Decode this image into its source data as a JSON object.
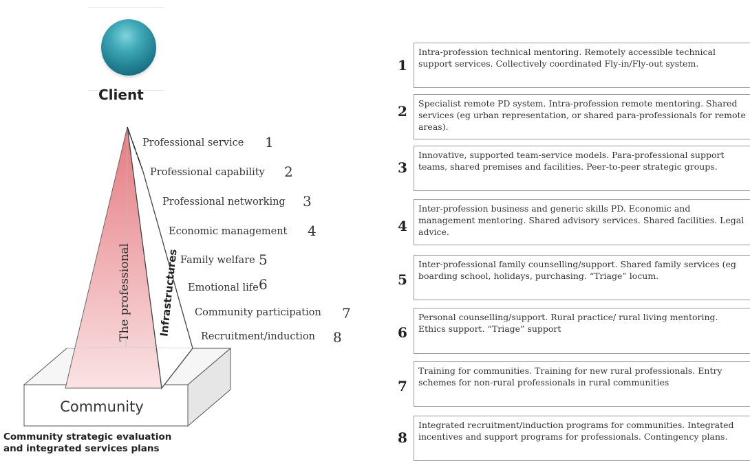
{
  "client": {
    "label": "Client"
  },
  "pyramid": {
    "vertical_label": "The professional",
    "infra_label": "Infrastructures",
    "layers": [
      {
        "num": "1",
        "label": "Professional service"
      },
      {
        "num": "2",
        "label": "Professional capability"
      },
      {
        "num": "3",
        "label": "Professional networking"
      },
      {
        "num": "4",
        "label": "Economic management"
      },
      {
        "num": "5",
        "label": "Family welfare"
      },
      {
        "num": "6",
        "label": "Emotional life"
      },
      {
        "num": "7",
        "label": "Community participation"
      },
      {
        "num": "8",
        "label": "Recruitment/induction"
      }
    ]
  },
  "community": {
    "label": "Community",
    "caption_line1": "Community strategic evaluation",
    "caption_line2": "and integrated services plans"
  },
  "services": [
    {
      "num": "1",
      "text": "Intra-profession technical mentoring. Remotely accessible technical support services. Collectively coordinated Fly-in/Fly-out system."
    },
    {
      "num": "2",
      "text": "Specialist remote PD system. Intra-profession remote mentoring. Shared services (eg urban representation, or shared para-professionals for remote areas)."
    },
    {
      "num": "3",
      "text": "Innovative, supported team-service models. Para-professional support teams, shared premises and facilities. Peer-to-peer strategic groups."
    },
    {
      "num": "4",
      "text": "Inter-profession business and generic skills PD. Economic  and management mentoring. Shared advisory services. Shared facilities. Legal advice."
    },
    {
      "num": "5",
      "text": "Inter-professional family counselling/support. Shared family services (eg boarding school, holidays, purchasing. “Triage” locum."
    },
    {
      "num": "6",
      "text": "Personal counselling/support. Rural practice/ rural living mentoring. Ethics support. “Triage” support"
    },
    {
      "num": "7",
      "text": "Training for communities. Training for new rural professionals. Entry schemes for non-rural professionals in rural communities"
    },
    {
      "num": "8",
      "text": "Integrated recruitment/induction programs for communities. Integrated incentives and support programs for professionals. Contingency plans."
    }
  ]
}
